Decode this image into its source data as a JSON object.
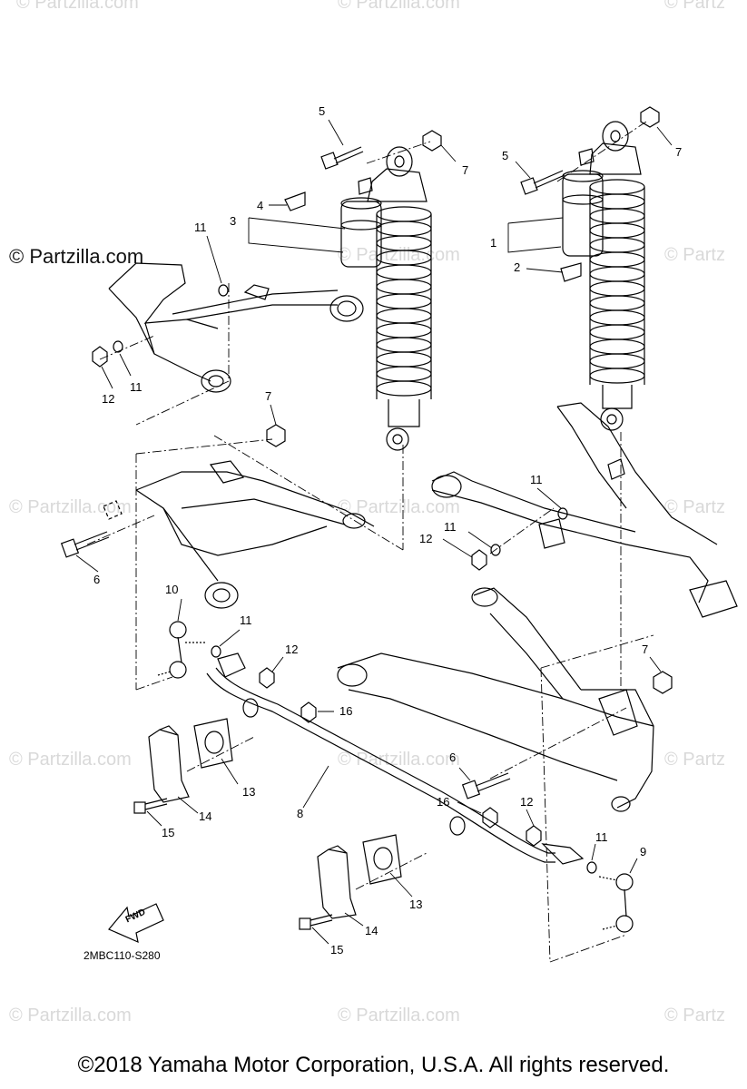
{
  "watermarks": {
    "main": "© Partzilla.com",
    "short": "© Partz"
  },
  "callouts": {
    "c1": "1",
    "c2": "2",
    "c3": "3",
    "c4": "4",
    "c5a": "5",
    "c5b": "5",
    "c6a": "6",
    "c6b": "6",
    "c7a": "7",
    "c7b": "7",
    "c7c": "7",
    "c7d": "7",
    "c8": "8",
    "c9": "9",
    "c10": "10",
    "c11a": "11",
    "c11b": "11",
    "c11c": "11",
    "c11d": "11",
    "c11e": "11",
    "c11f": "11",
    "c12a": "12",
    "c12b": "12",
    "c12c": "12",
    "c12d": "12",
    "c13a": "13",
    "c13b": "13",
    "c14a": "14",
    "c14b": "14",
    "c15a": "15",
    "c15b": "15",
    "c16a": "16",
    "c16b": "16"
  },
  "fwd_label": "FWD",
  "diagram_code": "2MBC110-S280",
  "copyright": "©2018  Yamaha Motor Corporation, U.S.A. All rights reserved."
}
